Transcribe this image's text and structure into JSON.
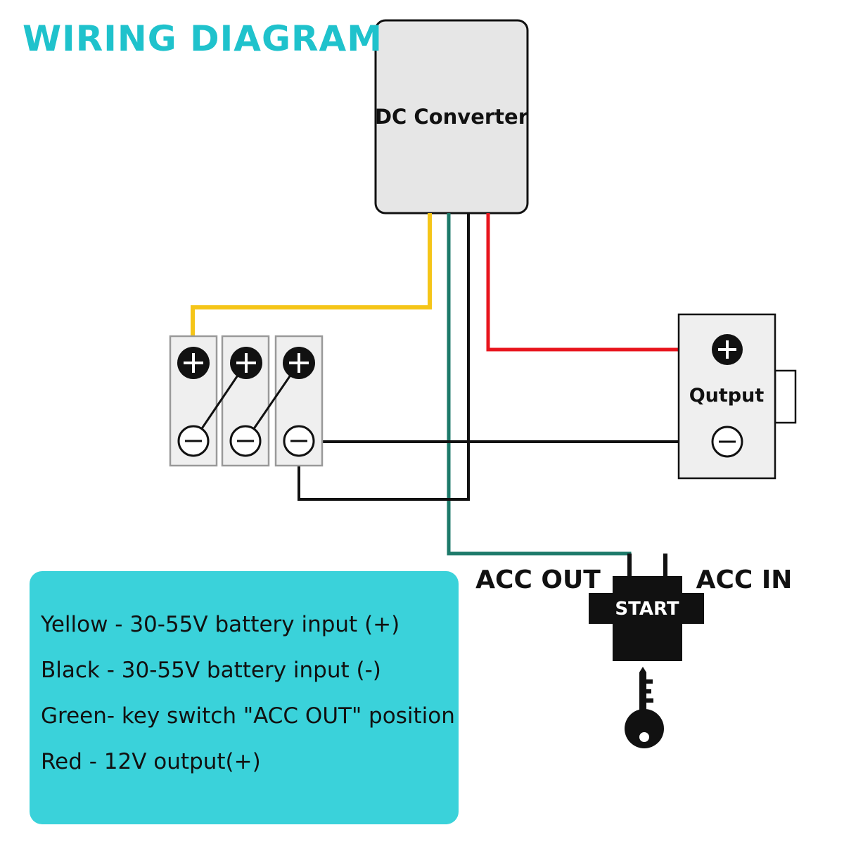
{
  "title": "WIRING DIAGRAM",
  "converter": {
    "label": "DC Converter"
  },
  "output_block": {
    "label": "Qutput",
    "plus_symbol": "+",
    "minus_symbol": "−"
  },
  "batteries": [
    {
      "plus_symbol": "+",
      "minus_symbol": "−"
    },
    {
      "plus_symbol": "+",
      "minus_symbol": "−"
    },
    {
      "plus_symbol": "+",
      "minus_symbol": "−"
    }
  ],
  "key_switch": {
    "acc_out_label": "ACC OUT",
    "acc_in_label": "ACC IN",
    "start_label": "START"
  },
  "legend": {
    "items": [
      "Yellow - 30-55V battery input (+)",
      "Black - 30-55V battery input (-)",
      "Green- key switch \"ACC OUT\" position",
      "Red - 12V output(+)"
    ]
  },
  "colors": {
    "title": "#1fc2cc",
    "legend_bg": "#3ad2da",
    "wire_yellow": "#f5c518",
    "wire_black": "#111111",
    "wire_green": "#1d7a6a",
    "wire_red": "#e8141c"
  }
}
